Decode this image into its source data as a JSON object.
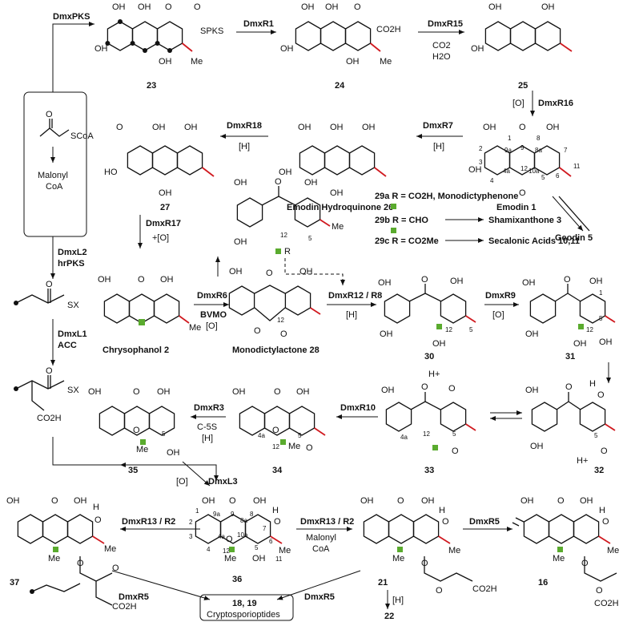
{
  "labels": {
    "c23": "23",
    "c24": "24",
    "c25": "25",
    "c27": "27",
    "emodinHQ": "Emodin Hydroquinone 26",
    "emodin": "Emodin 1",
    "geodin": "Geodin 5",
    "chrysophanol": "Chrysophanol 2",
    "mono28": "Monodictylactone 28",
    "c30": "30",
    "c31": "31",
    "c32": "32",
    "c33": "33",
    "c34": "34",
    "c35": "35",
    "c36": "36",
    "c37": "37",
    "c21": "21",
    "c16": "16",
    "c22": "22",
    "final_top": "18, 19",
    "final_bottom": "Cryptosporioptides"
  },
  "enzymes": {
    "dmxpks": "DmxPKS",
    "r1": "DmxR1",
    "r15": "DmxR15",
    "r16": "DmxR16",
    "r7": "DmxR7",
    "r18": "DmxR18",
    "r17": "DmxR17",
    "r6": "DmxR6",
    "bvmo": "BVMO",
    "r12r8": "DmxR12 / R8",
    "r9": "DmxR9",
    "r10": "DmxR10",
    "r3": "DmxR3",
    "l3": "DmxL3",
    "r13a": "DmxR13 / R2",
    "r13b": "DmxR13 / R2",
    "r5a": "DmxR5",
    "r5b": "DmxR5",
    "r5c": "DmxR5",
    "l2": "DmxL2",
    "hrpks": "hrPKS",
    "l1": "DmxL1",
    "acc": "ACC"
  },
  "conditions": {
    "co2": "CO2",
    "h2o": "H2O",
    "o1": "[O]",
    "h1": "[H]",
    "h2": "[H]",
    "plus_o": "+[O]",
    "o2": "[O]",
    "h3": "[H]",
    "o3": "[O]",
    "c5s": "C-5S",
    "h4": "[H]",
    "o4": "[O]",
    "malonyl": "Malonyl",
    "coa": "CoA",
    "h5": "[H]"
  },
  "starter": {
    "scoa": "SCoA",
    "malonyl": "Malonyl",
    "coa": "CoA"
  },
  "branch29": {
    "a": "29a R = CO2H, Monodictyphenone",
    "b": "29b R = CHO",
    "c": "29c R = CO2Me",
    "b_product": "Shamixanthone 3",
    "c_product": "Secalonic Acids 10,11"
  },
  "atoms": {
    "oh": "OH",
    "o": "O",
    "h": "H",
    "me": "Me",
    "sks": "SPKS",
    "co2h": "CO2H",
    "sx": "SX",
    "r": "R",
    "hplus": "H+",
    "n1": "1",
    "n2": "2",
    "n3": "3",
    "n4": "4",
    "n4a": "4a",
    "n5": "5",
    "n6": "6",
    "n7": "7",
    "n8": "8",
    "n8a": "8a",
    "n9": "9",
    "n9a": "9a",
    "n10a": "10a",
    "n11": "11",
    "n12": "12"
  },
  "colors": {
    "methyl": "#d0191f",
    "label_square": "#5aab2e",
    "ink": "#111111"
  }
}
